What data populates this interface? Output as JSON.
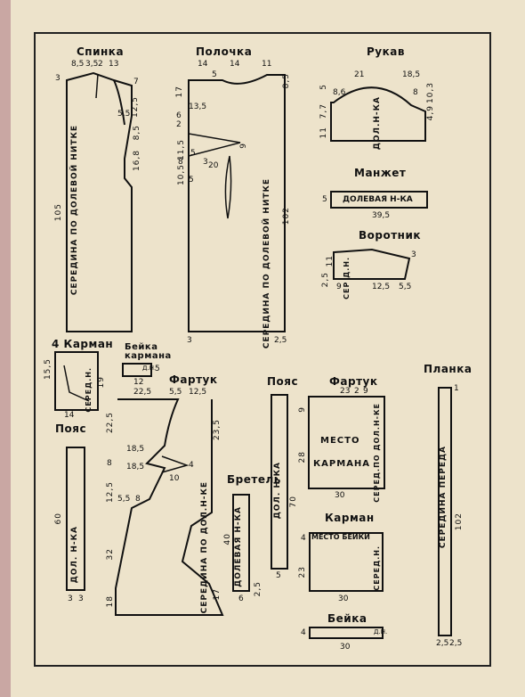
{
  "pieces": {
    "spinka": {
      "title": "Спинка",
      "top": [
        "8,5",
        "3,5",
        "2",
        "13"
      ],
      "dims": [
        "3",
        "7",
        "5,5",
        "12,5",
        "8,5",
        "16,8",
        "105"
      ],
      "grain": "СЕРЕДИНА ПО ДОЛЕВОЙ НИТКЕ"
    },
    "polochka": {
      "title": "Полочка",
      "top": [
        "14",
        "14",
        "11"
      ],
      "dims": [
        "17",
        "5",
        "13,5",
        "6",
        "2",
        "11,5",
        "5",
        "10,5",
        "8",
        "3",
        "20",
        "9",
        "5",
        "8,5",
        "102",
        "3",
        "2,5"
      ],
      "grain": "СЕРЕДИНА ПО ДОЛЕВОЙ НИТКЕ"
    },
    "rukav": {
      "title": "Рукав",
      "dims": [
        "21",
        "18,5",
        "8,6",
        "7,7",
        "8",
        "10,3",
        "4,9",
        "11",
        "5"
      ],
      "grain": "ДОЛ.Н-КА"
    },
    "manzhet": {
      "title": "Манжет",
      "width": "39,5",
      "height": "5",
      "grain": "ДОЛЕВАЯ Н-КА"
    },
    "vorotnik": {
      "title": "Воротник",
      "dims": [
        "2,5",
        "11",
        "3",
        "9",
        "12,5",
        "5,5"
      ],
      "grain": "СЕР Д.Н."
    },
    "karman_left": {
      "title": "4 Карман",
      "dims": [
        "15,5",
        "14",
        "19"
      ],
      "grain": "СЕРЕД.Н."
    },
    "beyka_karmana": {
      "title": "Бейка кармана",
      "dims": [
        "12",
        "5"
      ],
      "grain": "Д.Н."
    },
    "poyas_left": {
      "title": "Пояс",
      "dims": [
        "60",
        "3",
        "3"
      ],
      "grain": "ДОЛ. Н-КА"
    },
    "fartuk_left": {
      "title": "Фартук",
      "top": [
        "22,5",
        "5,5",
        "12,5"
      ],
      "dims": [
        "22,5",
        "23,5",
        "18,5",
        "8",
        "18,5",
        "4",
        "10",
        "12,5",
        "5,5",
        "8",
        "32",
        "18",
        "17"
      ],
      "grain": "СЕРЕДИНА ПО ДОЛ.Н-КЕ"
    },
    "bretel": {
      "title": "Бретель",
      "dims": [
        "40",
        "6",
        "2,5"
      ],
      "grain": "ДОЛЕВАЯ Н-КА"
    },
    "poyas_mid": {
      "title": "Пояс",
      "dims": [
        "70",
        "5"
      ],
      "grain": "ДОЛ. Н-КА"
    },
    "fartuk_right": {
      "title": "Фартук",
      "top": [
        "23",
        "2",
        "9"
      ],
      "dims": [
        "9",
        "28",
        "30"
      ],
      "place": [
        "МЕСТО",
        "КАРМАНА"
      ],
      "grain": "СЕРЕД.ПО ДОЛ.Н-КЕ"
    },
    "karman_right": {
      "title": "Карман",
      "dims": [
        "4",
        "23",
        "30"
      ],
      "place": "МЕСТО БЕЙКИ",
      "grain": "СЕРЕД.Н."
    },
    "beyka": {
      "title": "Бейка",
      "dims": [
        "4",
        "30"
      ],
      "grain": "Д.Н."
    },
    "planka": {
      "title": "Планка",
      "dims": [
        "1",
        "102",
        "2,5",
        "2,5"
      ],
      "grain": "СЕРЕДИНА ПЕРЕДА"
    }
  }
}
